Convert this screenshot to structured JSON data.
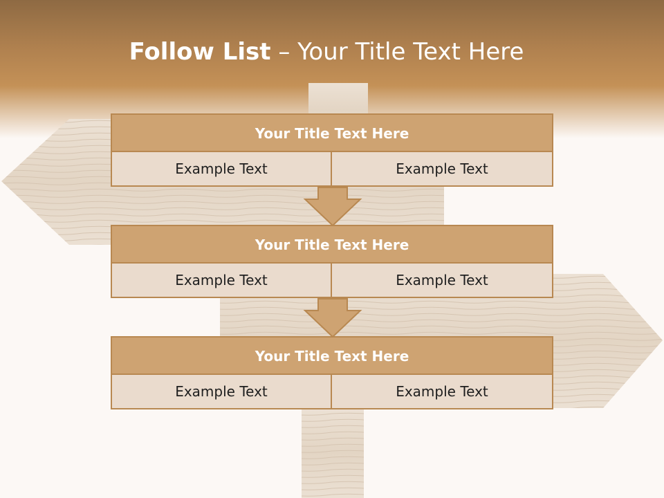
{
  "title": {
    "bold": "Follow List",
    "rest": " – Your Title Text Here"
  },
  "steps": [
    {
      "title": "Your Title Text Here",
      "left": "Example Text",
      "right": "Example Text"
    },
    {
      "title": "Your Title Text Here",
      "left": "Example Text",
      "right": "Example Text"
    },
    {
      "title": "Your Title Text Here",
      "left": "Example Text",
      "right": "Example Text"
    }
  ],
  "colors": {
    "header_brown": "#b0814f",
    "block_title_fill": "#cea372",
    "block_cell_fill": "#eadbcd",
    "border": "#b88851",
    "arrow_fill": "#cea372"
  }
}
